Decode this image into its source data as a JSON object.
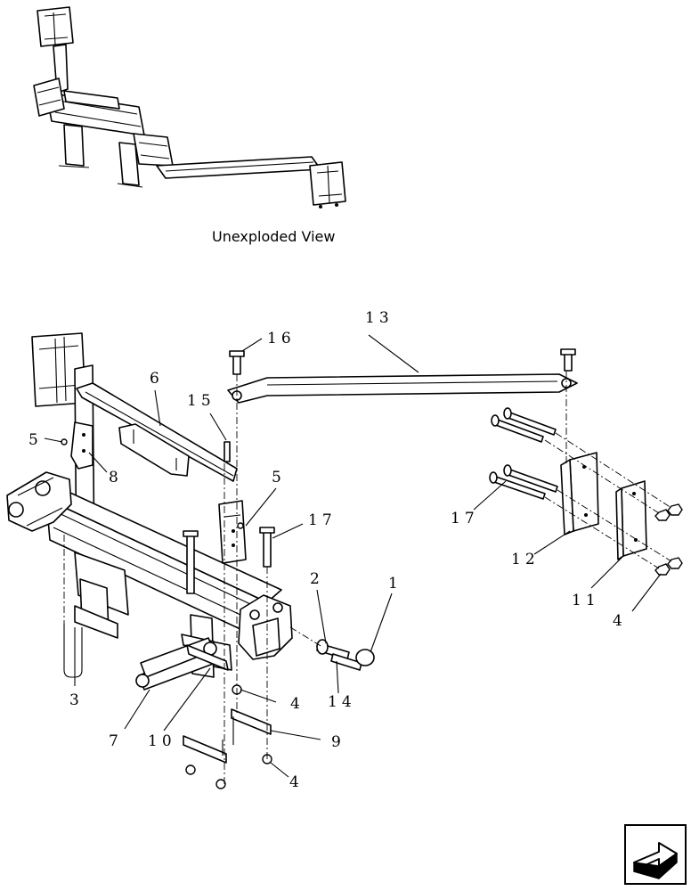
{
  "caption": "Unexploded View",
  "callouts": {
    "c1": "1",
    "c2": "2",
    "c3": "3",
    "c4a": "4",
    "c4b": "4",
    "c4c": "4",
    "c5a": "5",
    "c5b": "5",
    "c6": "6",
    "c7": "7",
    "c8": "8",
    "c9": "9",
    "c10": "10",
    "c11": "11",
    "c12": "12",
    "c13": "13",
    "c14": "14",
    "c15": "15",
    "c16": "16",
    "c17a": "17",
    "c17b": "17"
  },
  "nav_icon": "next-page-arrow-icon"
}
